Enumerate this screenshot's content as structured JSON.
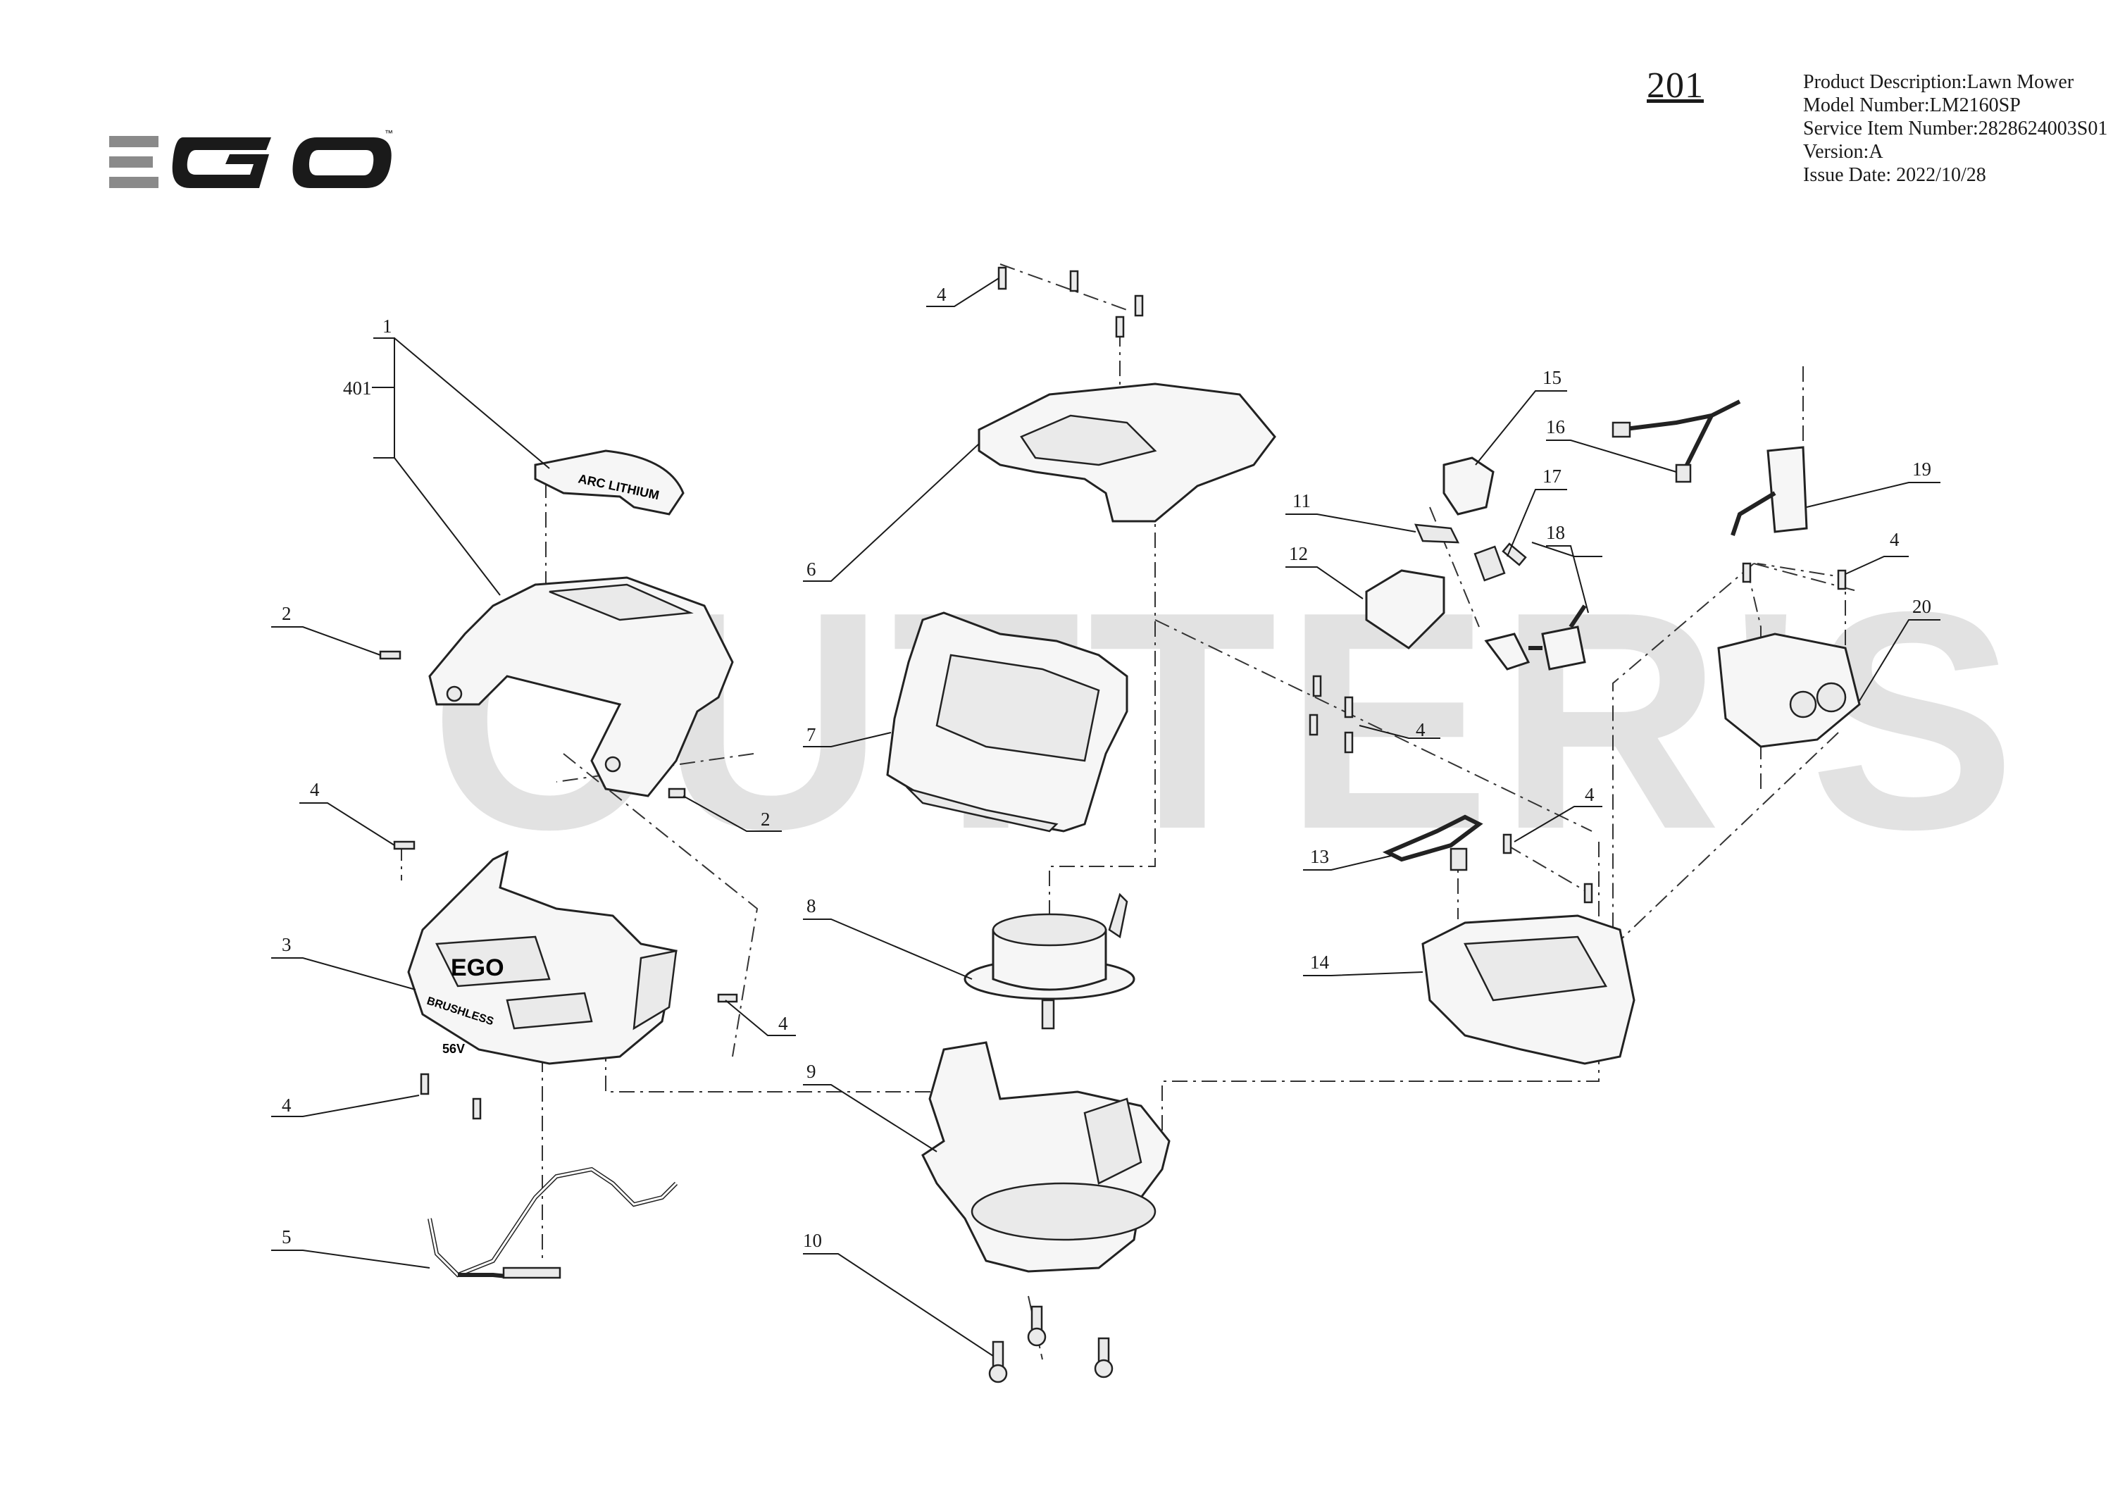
{
  "brand": {
    "logo_text": "EGO",
    "trademark": "™",
    "watermark": "CUTTER'S"
  },
  "page_number": "201",
  "product_info": [
    "Product Description:Lawn Mower",
    "Model Number:LM2160SP",
    "Service Item Number:2828624003S01",
    "Version:A",
    "Issue Date: 2022/10/28"
  ],
  "callouts": {
    "c1": "1",
    "c401": "401",
    "c2a": "2",
    "c2b": "2",
    "c3": "3",
    "c4a": "4",
    "c4b": "4",
    "c4c": "4",
    "c4d": "4",
    "c4e": "4",
    "c4f": "4",
    "c4g": "4",
    "c5": "5",
    "c6": "6",
    "c7": "7",
    "c8": "8",
    "c9": "9",
    "c10": "10",
    "c11": "11",
    "c12": "12",
    "c13": "13",
    "c14": "14",
    "c15": "15",
    "c16": "16",
    "c17": "17",
    "c18": "18",
    "c19": "19",
    "c20": "20"
  },
  "decals": {
    "ego_cover": "EGO",
    "brushless": "BRUSHLESS",
    "volts": "56V",
    "arc_lithium": "ARC LITHIUM"
  }
}
